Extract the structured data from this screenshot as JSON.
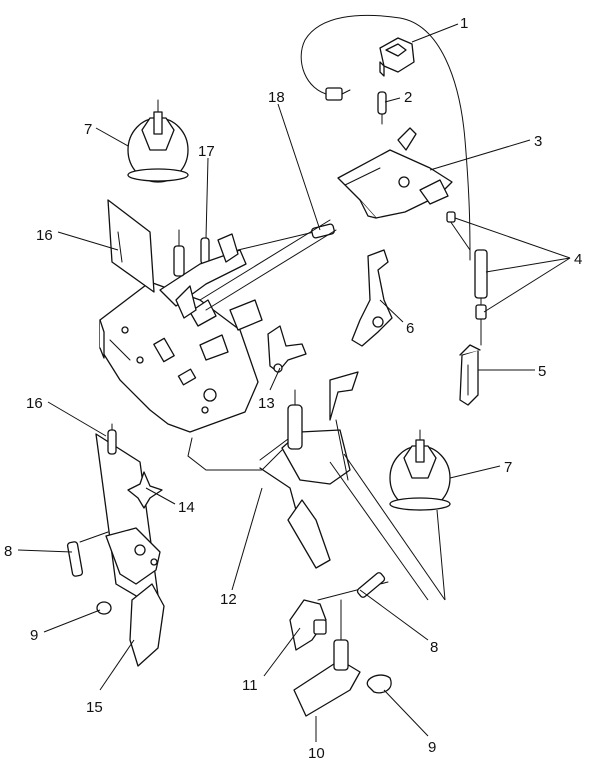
{
  "callouts": [
    {
      "id": "c1",
      "text": "1"
    },
    {
      "id": "c2",
      "text": "2"
    },
    {
      "id": "c3",
      "text": "3"
    },
    {
      "id": "c4",
      "text": "4"
    },
    {
      "id": "c5",
      "text": "5"
    },
    {
      "id": "c6",
      "text": "6"
    },
    {
      "id": "c7a",
      "text": "7"
    },
    {
      "id": "c7b",
      "text": "7"
    },
    {
      "id": "c8a",
      "text": "8"
    },
    {
      "id": "c8b",
      "text": "8"
    },
    {
      "id": "c9a",
      "text": "9"
    },
    {
      "id": "c9b",
      "text": "9"
    },
    {
      "id": "c10",
      "text": "10"
    },
    {
      "id": "c11",
      "text": "11"
    },
    {
      "id": "c12",
      "text": "12"
    },
    {
      "id": "c13",
      "text": "13"
    },
    {
      "id": "c14",
      "text": "14"
    },
    {
      "id": "c15",
      "text": "15"
    },
    {
      "id": "c16a",
      "text": "16"
    },
    {
      "id": "c16b",
      "text": "16"
    },
    {
      "id": "c17",
      "text": "17"
    },
    {
      "id": "c18",
      "text": "18"
    }
  ],
  "colors": {
    "ink": "#111111",
    "paper": "#ffffff"
  }
}
